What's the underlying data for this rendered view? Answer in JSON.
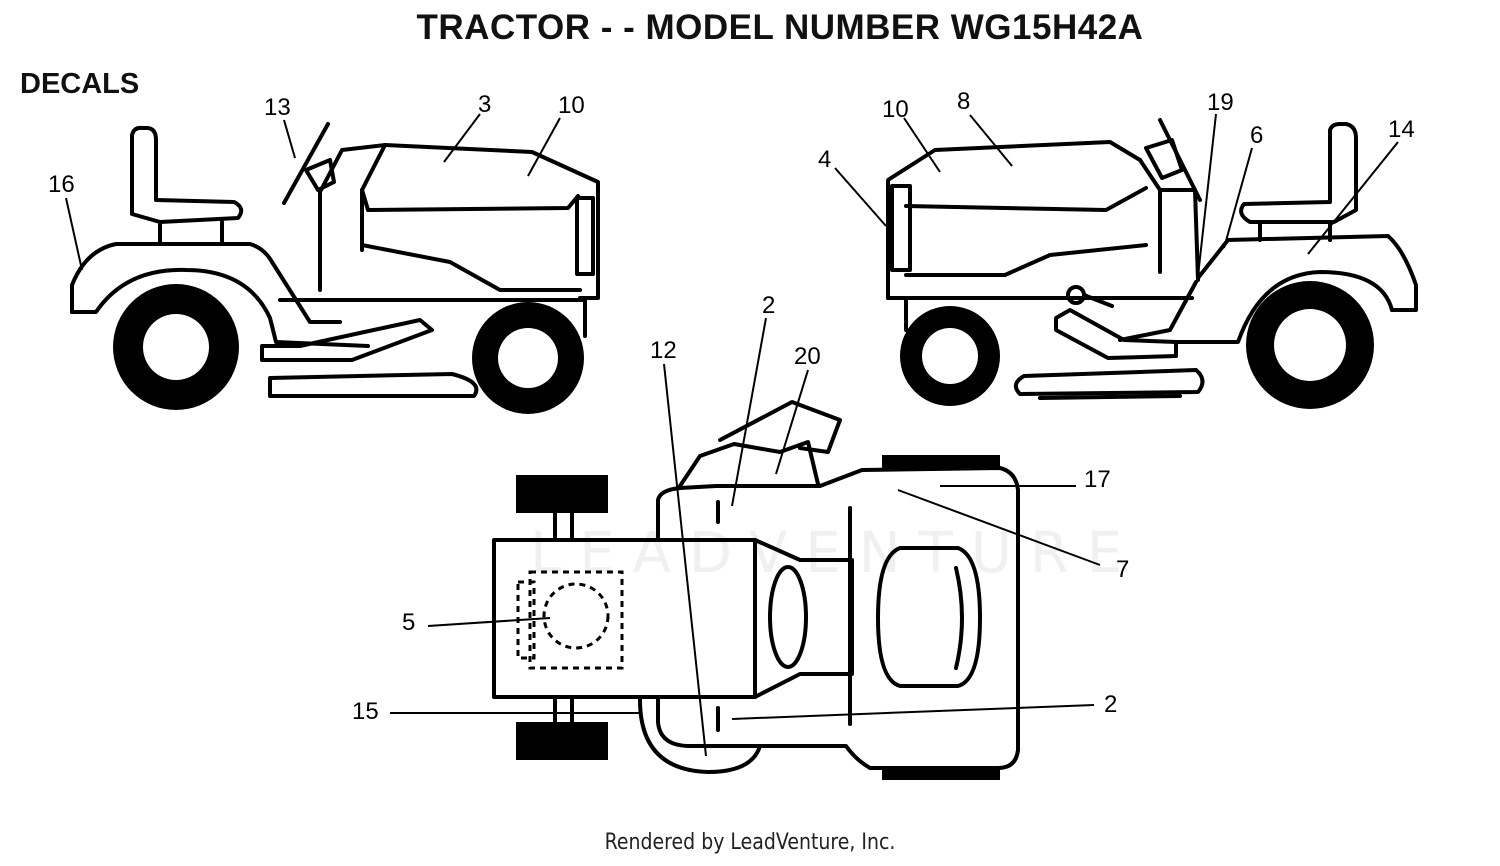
{
  "title": "TRACTOR - - MODEL NUMBER WG15H42A",
  "section_label": "DECALS",
  "footer": "Rendered by LeadVenture, Inc.",
  "watermark": "LEADVENTURE",
  "callouts": {
    "left_view": [
      "16",
      "13",
      "3",
      "10"
    ],
    "right_view": [
      "4",
      "10",
      "8",
      "19",
      "6",
      "14"
    ],
    "top_view": [
      "2",
      "12",
      "20",
      "17",
      "7",
      "5",
      "15",
      "2"
    ]
  }
}
